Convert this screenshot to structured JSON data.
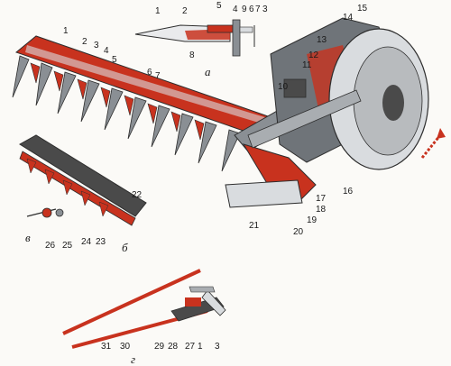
{
  "colors": {
    "red": "#c8321e",
    "dark": "#2e2e2e",
    "steel": "#8a8f94",
    "silver": "#d9dcdf",
    "shadow": "#4a4a4a"
  },
  "view_labels": {
    "a": "а",
    "b": "б",
    "v": "в",
    "g": "г"
  },
  "part_numbers": {
    "top": [
      "1",
      "2",
      "5",
      "4",
      "9",
      "6",
      "7",
      "3",
      "8"
    ],
    "main": [
      "1",
      "2",
      "3",
      "4",
      "5",
      "6",
      "7",
      "10",
      "11",
      "12",
      "13",
      "14",
      "15",
      "16",
      "17",
      "18",
      "19",
      "20",
      "21"
    ],
    "left": [
      "22",
      "23",
      "24",
      "25",
      "26"
    ],
    "bottom": [
      "31",
      "30",
      "29",
      "28",
      "27",
      "1",
      "3"
    ]
  }
}
